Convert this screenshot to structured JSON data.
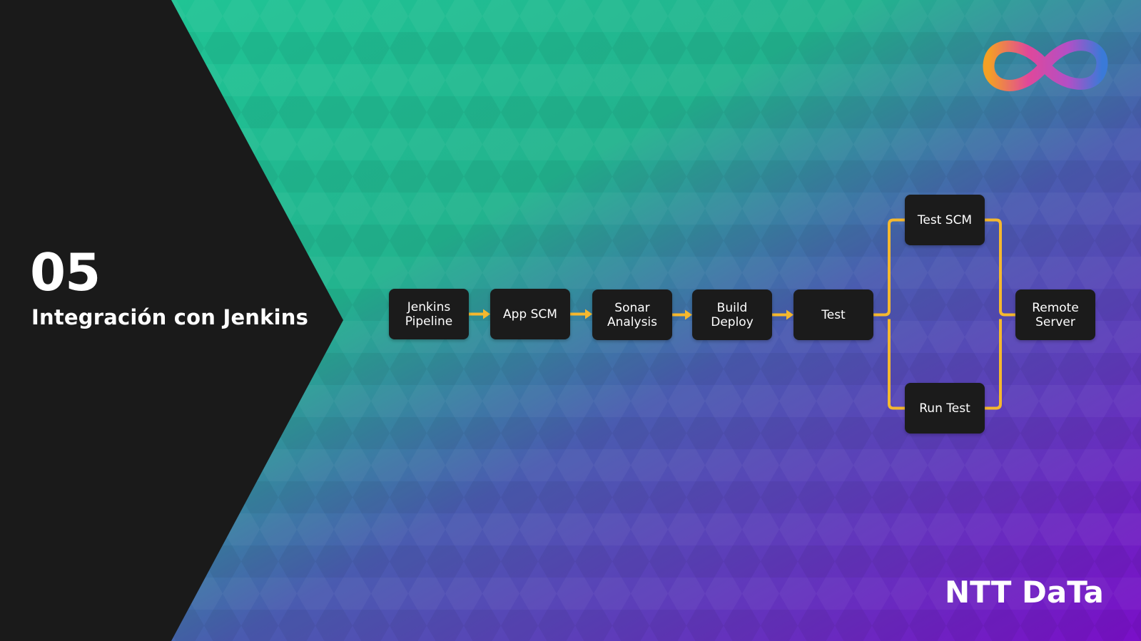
{
  "slide": {
    "number": "05",
    "title": "Integración con Jenkins"
  },
  "diagram": {
    "nodes": [
      {
        "id": "jenkins-pipeline",
        "label": "Jenkins\nPipeline"
      },
      {
        "id": "app-scm",
        "label": "App SCM"
      },
      {
        "id": "sonar-analysis",
        "label": "Sonar\nAnalysis"
      },
      {
        "id": "build-deploy",
        "label": "Build\nDeploy"
      },
      {
        "id": "test",
        "label": "Test"
      },
      {
        "id": "test-scm",
        "label": "Test SCM"
      },
      {
        "id": "run-test",
        "label": "Run Test"
      },
      {
        "id": "remote-server",
        "label": "Remote\nServer"
      }
    ],
    "edges": [
      {
        "from": "jenkins-pipeline",
        "to": "app-scm"
      },
      {
        "from": "app-scm",
        "to": "sonar-analysis"
      },
      {
        "from": "sonar-analysis",
        "to": "build-deploy"
      },
      {
        "from": "build-deploy",
        "to": "test"
      },
      {
        "from": "test",
        "to": "test-scm"
      },
      {
        "from": "test",
        "to": "run-test"
      },
      {
        "from": "test-scm",
        "to": "remote-server"
      },
      {
        "from": "run-test",
        "to": "remote-server"
      }
    ],
    "connector_color": "#f5b82e"
  },
  "brand": {
    "name": "NTT DaTa",
    "logo_icon": "infinity-icon"
  },
  "colors": {
    "panel": "#1a1a1a",
    "gradient_start": "#1fc896",
    "gradient_end": "#7a0fc8",
    "node_bg": "#1b1b1b"
  }
}
